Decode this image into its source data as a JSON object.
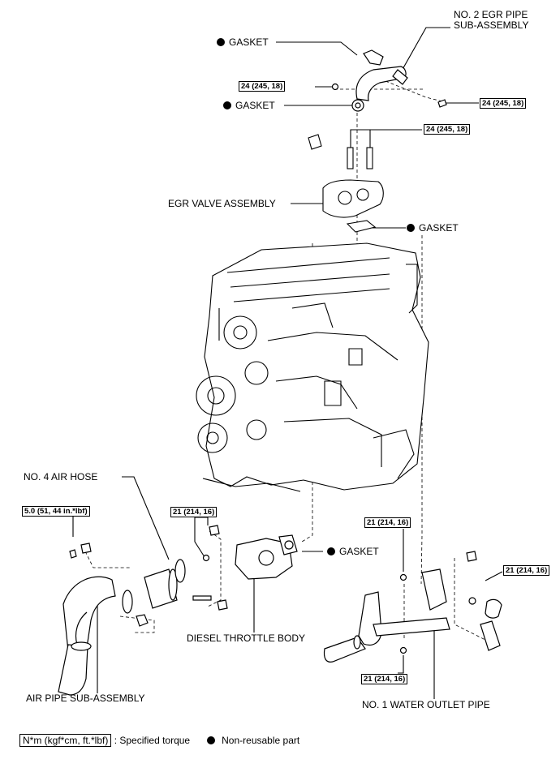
{
  "labels": {
    "no2_egr_pipe_l1": "NO. 2 EGR PIPE",
    "no2_egr_pipe_l2": "SUB-ASSEMBLY",
    "gasket": "GASKET",
    "egr_valve": "EGR VALVE ASSEMBLY",
    "no4_air_hose": "NO. 4 AIR HOSE",
    "diesel_throttle": "DIESEL THROTTLE BODY",
    "air_pipe": "AIR PIPE SUB-ASSEMBLY",
    "no1_water_outlet": "NO. 1 WATER OUTLET PIPE"
  },
  "torques": {
    "t24": "24 (245, 18)",
    "t21": "21 (214, 16)",
    "t5": "5.0 (51, 44 in.*lbf)"
  },
  "legend": {
    "torque_unit": "N*m (kgf*cm, ft.*lbf)",
    "torque_desc": ": Specified torque",
    "nonreusable": "Non-reusable part"
  }
}
